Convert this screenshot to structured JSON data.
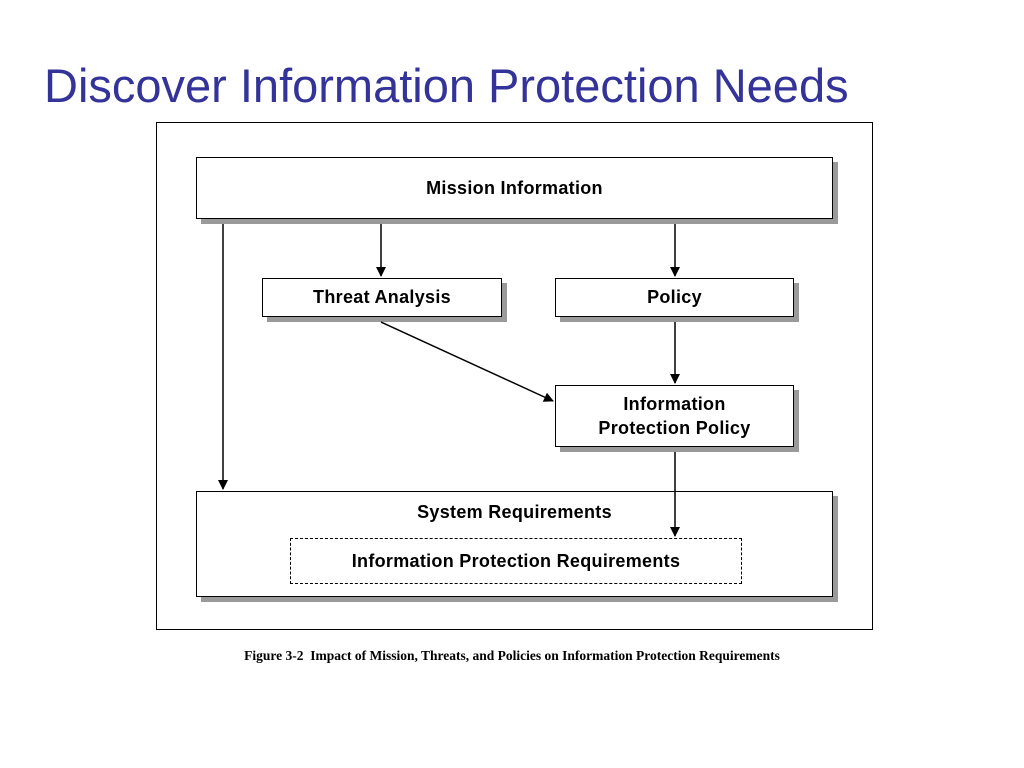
{
  "slide": {
    "title": "Discover Information Protection Needs"
  },
  "diagram": {
    "nodes": {
      "mission_information": "Mission Information",
      "threat_analysis": "Threat Analysis",
      "policy": "Policy",
      "information_protection_policy_line1": "Information",
      "information_protection_policy_line2": "Protection Policy",
      "system_requirements": "System Requirements",
      "information_protection_requirements": "Information Protection Requirements"
    },
    "edges": [
      {
        "from": "Mission Information",
        "to": "Threat Analysis"
      },
      {
        "from": "Mission Information",
        "to": "Policy"
      },
      {
        "from": "Mission Information",
        "to": "System Requirements"
      },
      {
        "from": "Threat Analysis",
        "to": "Information Protection Policy"
      },
      {
        "from": "Policy",
        "to": "Information Protection Policy"
      },
      {
        "from": "Information Protection Policy",
        "to": "Information Protection Requirements"
      }
    ],
    "caption": "Figure 3-2  Impact of Mission, Threats, and Policies on Information Protection Requirements"
  }
}
